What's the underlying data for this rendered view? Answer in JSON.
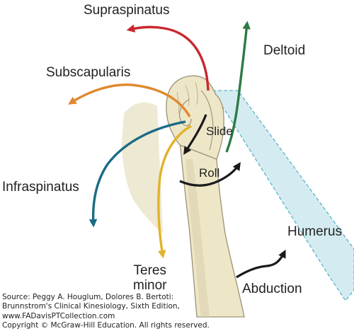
{
  "labels": {
    "supraspinatus": "Supraspinatus",
    "deltoid": "Deltoid",
    "subscapularis": "Subscapularis",
    "slide": "Slide",
    "roll": "Roll",
    "infraspinatus": "Infraspinatus",
    "humerus": "Humerus",
    "teres_minor_line1": "Teres",
    "teres_minor_line2": "minor",
    "abduction": "Abduction"
  },
  "source": {
    "line1": "Source: Peggy A. Houglum, Dolores B. Bertoti:",
    "line2": "Brunnstrom's Clinical Kinesiology, Sixth Edition,",
    "line3": "www.FADavisPTCollection.com",
    "line4": "Copyright © McGraw-Hill Education. All rights reserved."
  },
  "colors": {
    "supraspinatus": "#c8272d",
    "deltoid": "#2e7a46",
    "subscapularis": "#e0892e",
    "infraspinatus": "#1b6b85",
    "teres_minor": "#e1b22a",
    "motion": "#1a1a1a",
    "humerus_band": "#d4ecf1",
    "bone": "#ede7c8"
  }
}
